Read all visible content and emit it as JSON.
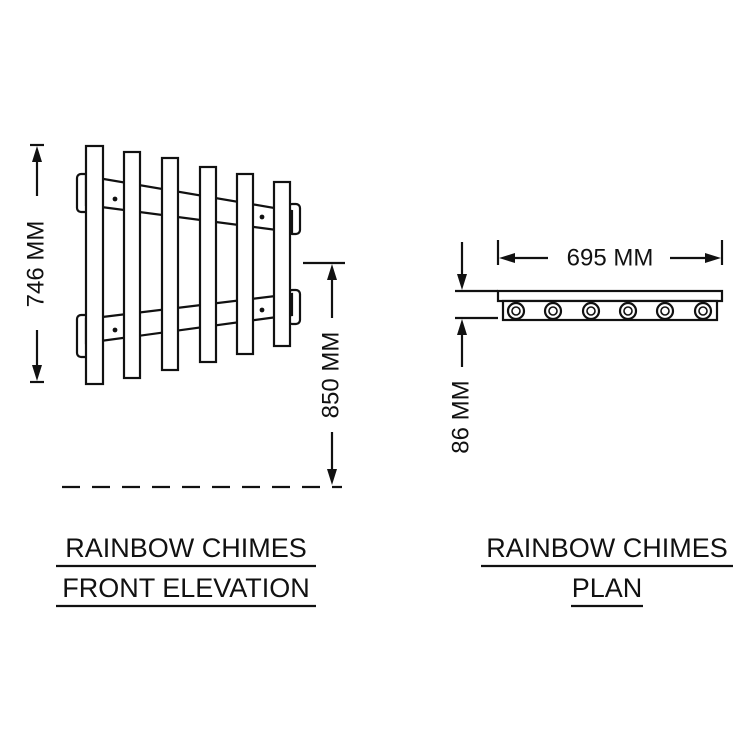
{
  "front_elevation": {
    "height_dim": "746 MM",
    "mount_dim": "850 MM",
    "caption_line1": "RAINBOW CHIMES",
    "caption_line2": "FRONT ELEVATION"
  },
  "plan": {
    "width_dim": "695 MM",
    "depth_dim": "86 MM",
    "caption_line1": "RAINBOW CHIMES",
    "caption_line2": "PLAN"
  }
}
